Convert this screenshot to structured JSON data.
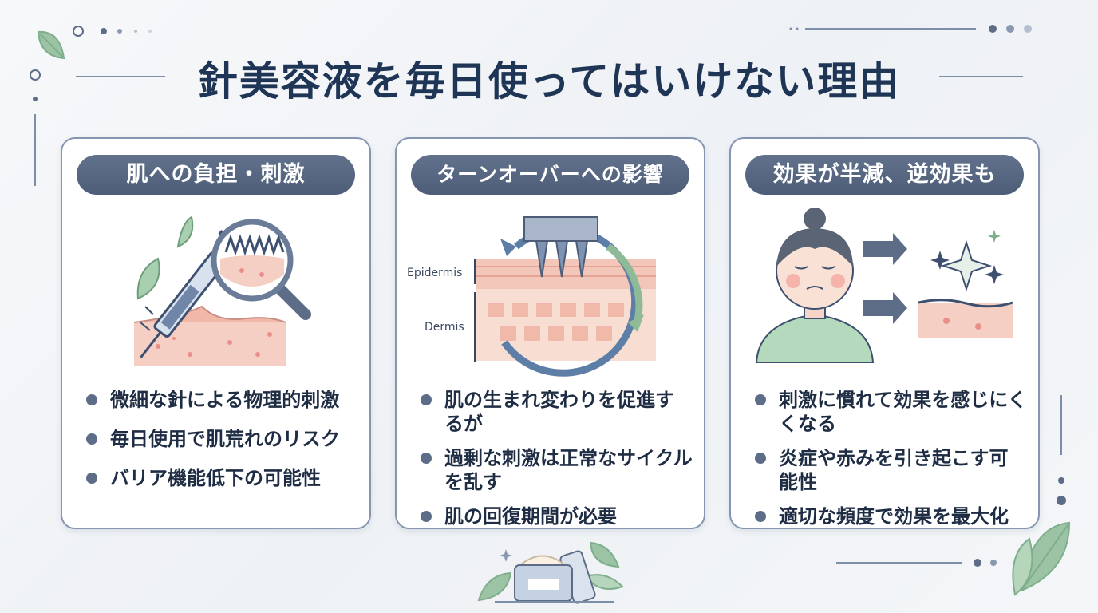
{
  "title": "針美容液を毎日使ってはいけない理由",
  "cards": [
    {
      "heading": "肌への負担・刺激",
      "bullets": [
        "微細な針による物理的刺激",
        "毎日使用で肌荒れのリスク",
        "バリア機能低下の可能性"
      ]
    },
    {
      "heading": "ターンオーバーへの影響",
      "labels": {
        "epidermis": "Epidermis",
        "dermis": "Dermis"
      },
      "bullets": [
        "肌の生まれ変わりを促進するが",
        "過剰な刺激は正常なサイクルを乱す",
        "肌の回復期間が必要"
      ]
    },
    {
      "heading": "効果が半減、逆効果も",
      "bullets": [
        "刺激に慣れて効果を感じにくくなる",
        "炎症や赤みを引き起こす可能性",
        "適切な頻度で効果を最大化"
      ]
    }
  ],
  "colors": {
    "accent": "#4d5d78",
    "title": "#1f3556",
    "leaf": "#7fae8c",
    "skin": "#f6cfc4"
  }
}
